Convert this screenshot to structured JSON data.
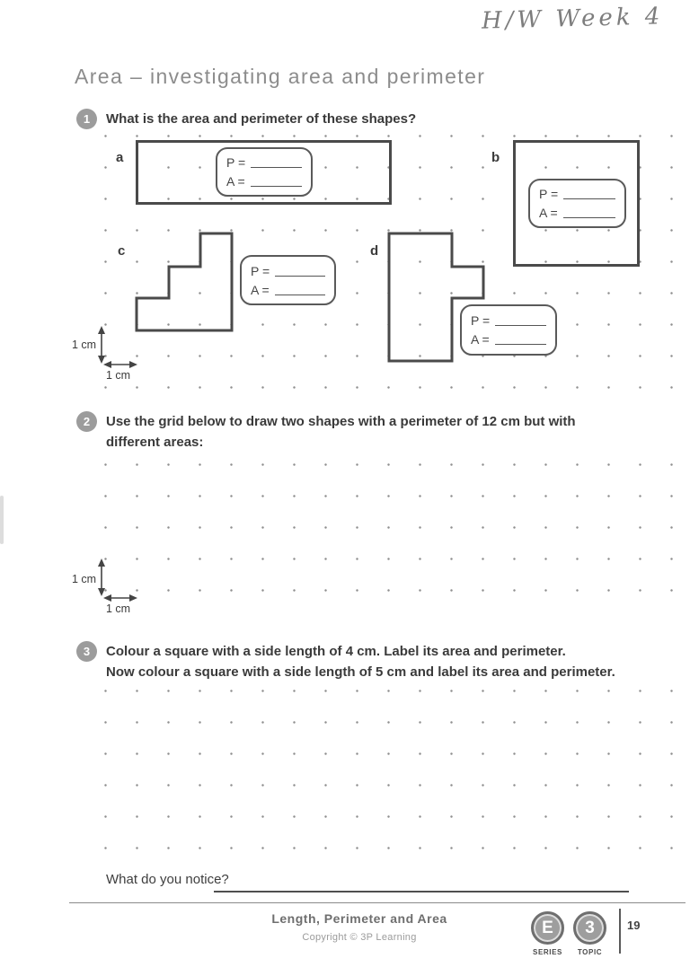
{
  "handwriting": "H/W  Week 4",
  "title": "Area – investigating area and perimeter",
  "q1": {
    "number": "1",
    "text": "What is the area and perimeter of these shapes?",
    "shapes": [
      {
        "label": "a",
        "p": "P =",
        "a": "A ="
      },
      {
        "label": "b",
        "p": "P =",
        "a": "A ="
      },
      {
        "label": "c",
        "p": "P =",
        "a": "A ="
      },
      {
        "label": "d",
        "p": "P =",
        "a": "A ="
      }
    ],
    "scale": {
      "v": "1 cm",
      "h": "1 cm"
    }
  },
  "q2": {
    "number": "2",
    "line1": "Use the grid below to draw two shapes with a perimeter of 12 cm but with",
    "line2": "different areas:",
    "scale": {
      "v": "1 cm",
      "h": "1 cm"
    }
  },
  "q3": {
    "number": "3",
    "line1": "Colour a square with a side length of 4 cm. Label its area and perimeter.",
    "line2": "Now colour a square with a side length of 5 cm and label its area and perimeter."
  },
  "notice_label": "What do you notice?",
  "footer": {
    "title": "Length, Perimeter and Area",
    "copyright": "Copyright © 3P Learning",
    "series_letter": "E",
    "series_label": "SERIES",
    "topic_number": "3",
    "topic_label": "TOPIC",
    "page_number": "19"
  },
  "colors": {
    "title_gray": "#8c8c8c",
    "ink": "#3a3a3a",
    "shape_stroke": "#4a4a4a",
    "badge_gray": "#9c9c9c"
  }
}
